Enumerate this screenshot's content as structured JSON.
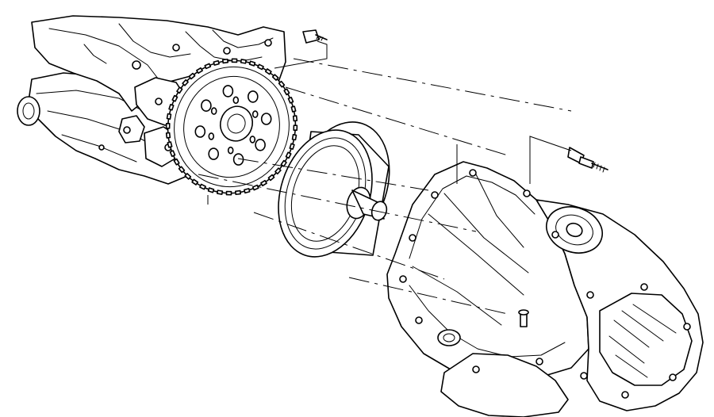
{
  "figure": {
    "components": [
      {
        "name": "engine-block",
        "icon": "engine-icon"
      },
      {
        "name": "flexplate",
        "icon": "flywheel-icon"
      },
      {
        "name": "torque-converter",
        "icon": "torque-converter-icon"
      },
      {
        "name": "transmission-case",
        "icon": "transmission-icon"
      },
      {
        "name": "flexplate-bolt",
        "icon": "bolt-icon"
      },
      {
        "name": "bell-housing-bolt",
        "icon": "bolt-icon"
      }
    ],
    "colors": {
      "line": "#000000",
      "background": "#ffffff"
    }
  }
}
